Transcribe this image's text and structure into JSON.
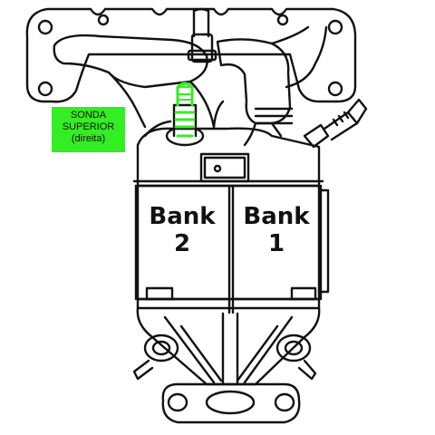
{
  "diagram": {
    "bank_left": {
      "word": "Bank",
      "number": "2"
    },
    "bank_right": {
      "word": "Bank",
      "number": "1"
    },
    "sensor_label": {
      "line1": "SONDA",
      "line2": "SUPERIOR",
      "line3": "(direita)"
    }
  },
  "colors": {
    "line": "#111111",
    "sensor_highlight": "#33ee22",
    "background": "#ffffff"
  }
}
